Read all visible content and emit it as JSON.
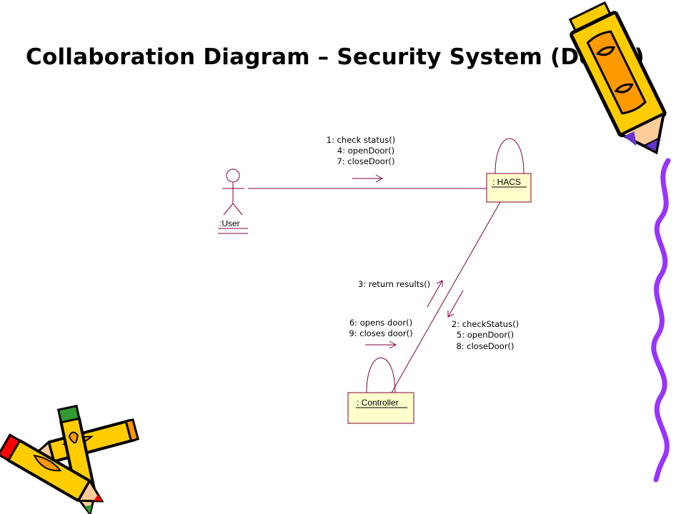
{
  "title": "Collaboration Diagram – Security System (Doors)",
  "colors": {
    "link": "#800040",
    "object_fill": "#FFFFCC",
    "pencil_yellow": "#FFCC00",
    "pencil_orange": "#FF9900",
    "squiggle": "#9933FF",
    "eraser_purple": "#6633CC",
    "eraser_red": "#FF0000",
    "eraser_green": "#339933"
  },
  "diagram": {
    "actor": {
      "label": ":User"
    },
    "objects": {
      "hacs": ": HACS",
      "controller": ": Controller"
    },
    "messages": {
      "user_to_hacs": [
        "1: check status()",
        "4: openDoor()",
        "7: closeDoor()"
      ],
      "controller_to_hacs": [
        "3: return results()"
      ],
      "hacs_to_controller": [
        "2: checkStatus()",
        "5: openDoor()",
        "8: closeDoor()"
      ],
      "controller_self": [
        "6: opens door()",
        "9: closes door()"
      ]
    }
  }
}
